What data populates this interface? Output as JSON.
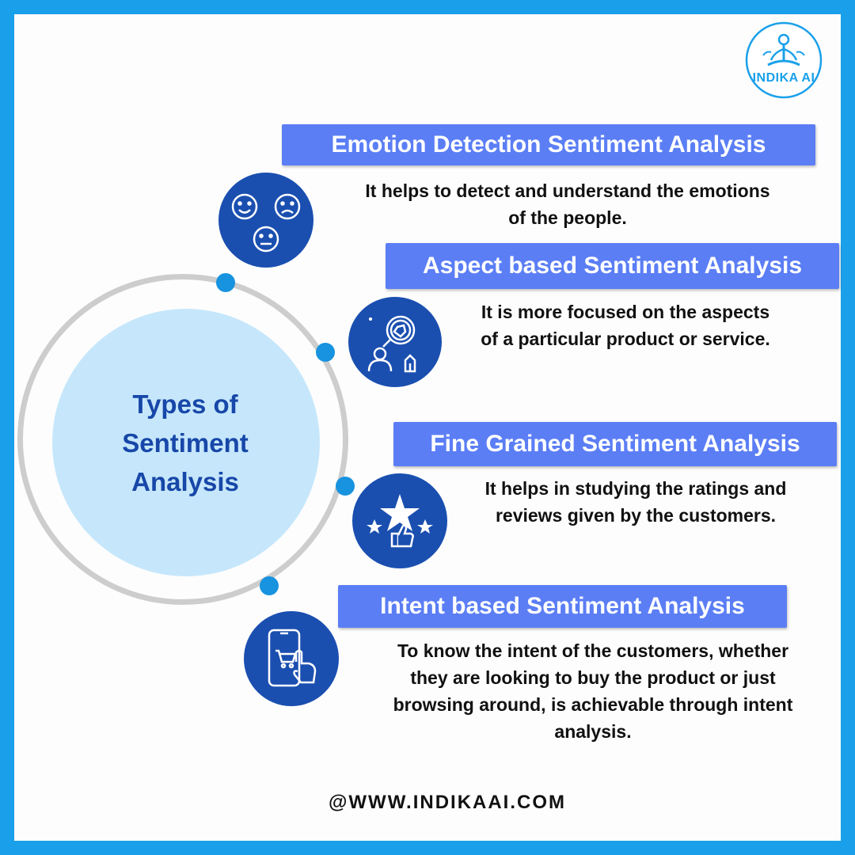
{
  "logo": {
    "text": "INDIKA AI",
    "color": "#1aa0ea"
  },
  "center": {
    "title_line1": "Types of",
    "title_line2": "Sentiment",
    "title_line3": "Analysis"
  },
  "types": [
    {
      "title": "Emotion Detection Sentiment Analysis",
      "desc_line1": "It helps to detect and understand the emotions",
      "desc_line2": "of the people.",
      "icon": "emoji-faces-icon"
    },
    {
      "title": "Aspect based Sentiment Analysis",
      "desc_line1": "It is more focused on the aspects",
      "desc_line2": "of a particular product or service.",
      "icon": "magnifier-tag-icon"
    },
    {
      "title": "Fine Grained Sentiment Analysis",
      "desc_line1": "It helps in studying the ratings and",
      "desc_line2": "reviews given by the customers.",
      "icon": "star-rating-icon"
    },
    {
      "title": "Intent based Sentiment Analysis",
      "desc_line1": "To know the intent of the customers, whether",
      "desc_line2": "they are looking to buy the product or just",
      "desc_line3": "browsing around, is achievable through intent",
      "desc_line4": "analysis.",
      "icon": "phone-cart-icon"
    }
  ],
  "footer": {
    "website": "@WWW.INDIKAAI.COM"
  },
  "colors": {
    "border": "#1aa0ea",
    "label_bg": "#5b7ef5",
    "icon_bg": "#1a4fb0",
    "center_fill": "#c6e7fb",
    "dot": "#1793df"
  }
}
